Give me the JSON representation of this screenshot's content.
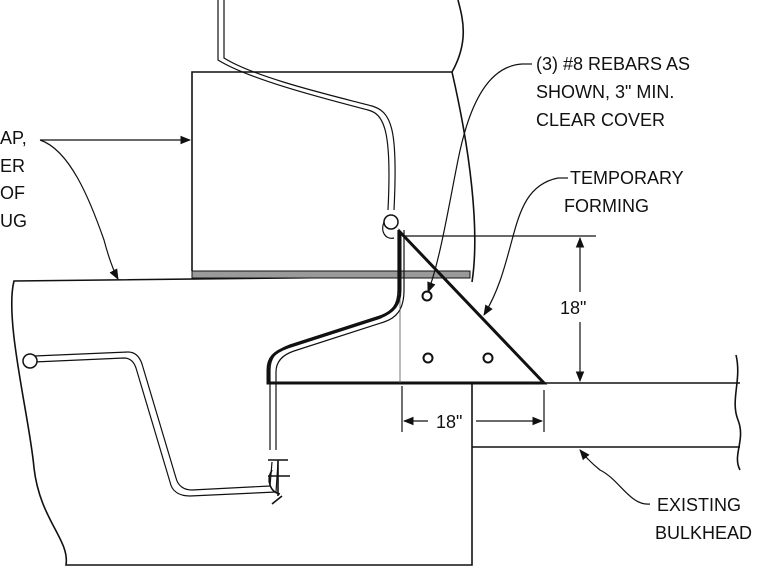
{
  "labels": {
    "rebars": [
      "(3) #8 REBARS AS",
      "SHOWN, 3\" MIN.",
      "CLEAR COVER"
    ],
    "temporary_forming": [
      "TEMPORARY",
      "FORMING"
    ],
    "existing_bulkhead": [
      "EXISTING",
      "BULKHEAD"
    ],
    "left_note_fragments": [
      "AP,",
      "ER",
      "OF",
      "UG"
    ]
  },
  "dimensions": {
    "vertical": "18\"",
    "horizontal": "18\""
  },
  "colors": {
    "concrete_fill": "#dcdcdc",
    "shelf_fill": "#9a9a9a"
  }
}
